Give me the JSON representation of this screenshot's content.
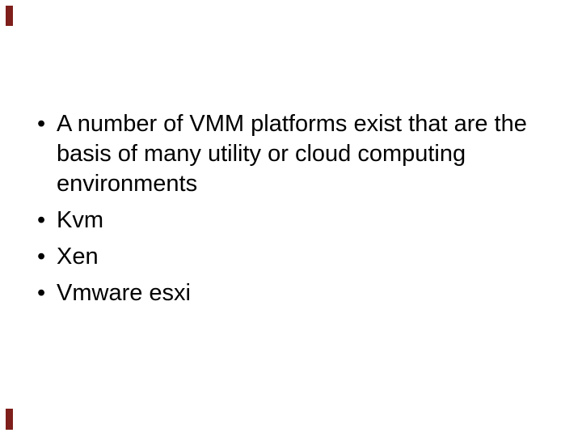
{
  "slide": {
    "background_color": "#ffffff",
    "text_color": "#000000",
    "accent_color": "#7e1f1b",
    "bullet_glyph": "•",
    "bullets": [
      {
        "lines": [
          "A number of VMM platforms exist that are the",
          "basis of many utility or cloud computing",
          "environments"
        ]
      },
      {
        "lines": [
          "Kvm"
        ]
      },
      {
        "lines": [
          "Xen"
        ]
      },
      {
        "lines": [
          "Vmware esxi"
        ]
      }
    ]
  }
}
